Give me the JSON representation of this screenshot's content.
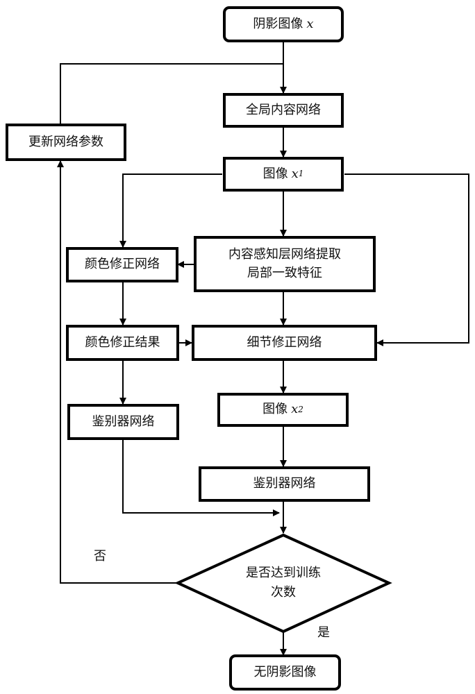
{
  "nodes": {
    "shadow_image": {
      "label": "阴影图像",
      "var": "x",
      "sub": ""
    },
    "global_content_network": {
      "label": "全局内容网络"
    },
    "image_x1": {
      "label": "图像",
      "var": "x",
      "sub": "1"
    },
    "update_params": {
      "label": "更新网络参数"
    },
    "color_correction_network": {
      "label": "颜色修正网络"
    },
    "content_aware_layer": {
      "line1": "内容感知层网络提取",
      "line2": "局部一致特征"
    },
    "color_correction_result": {
      "label": "颜色修正结果"
    },
    "detail_correction_network": {
      "label": "细节修正网络"
    },
    "discriminator_left": {
      "label": "鉴别器网络"
    },
    "image_x2": {
      "label": "图像",
      "var": "x",
      "sub": "2"
    },
    "discriminator_right": {
      "label": "鉴别器网络"
    },
    "decision": {
      "line1": "是否达到训练",
      "line2": "次数"
    },
    "shadow_free_image": {
      "label": "无阴影图像"
    }
  },
  "edge_labels": {
    "no": "否",
    "yes": "是"
  }
}
